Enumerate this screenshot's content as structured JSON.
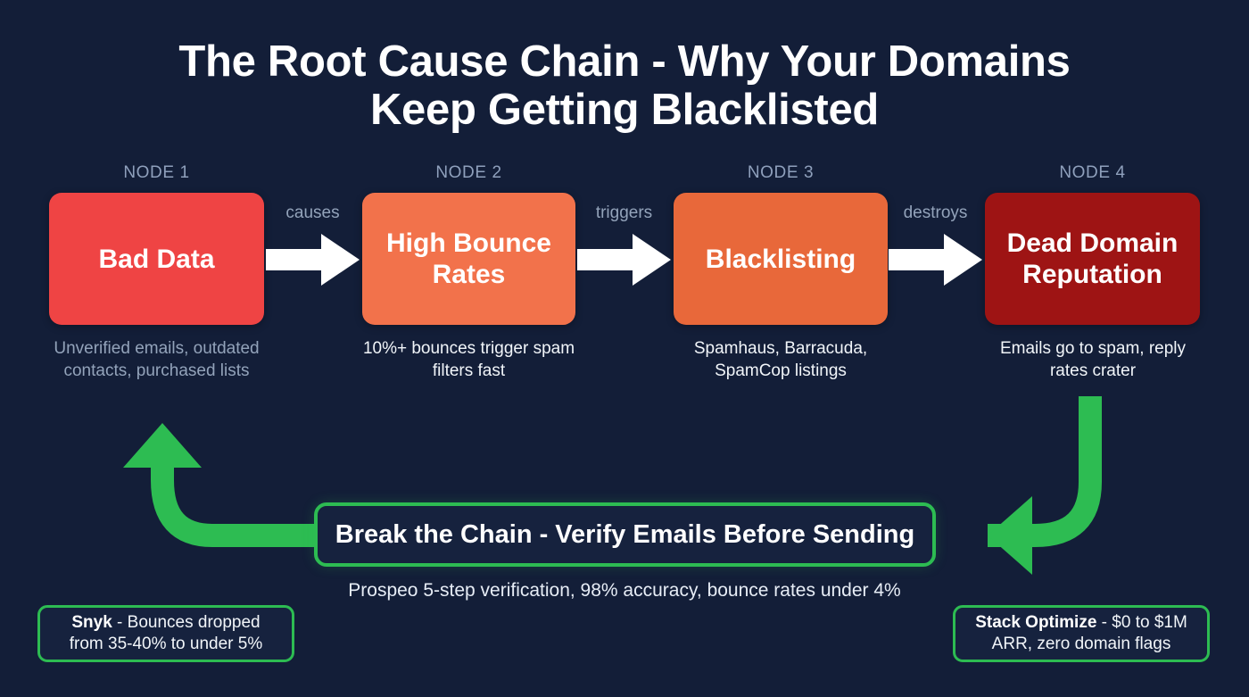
{
  "title": {
    "line1": "The Root Cause Chain - Why Your Domains",
    "line2": "Keep Getting Blacklisted"
  },
  "nodes": [
    {
      "label": "NODE 1",
      "title": "Bad Data",
      "caption": "Unverified emails, outdated contacts, purchased lists",
      "color": "#EF4444"
    },
    {
      "label": "NODE 2",
      "title": "High Bounce Rates",
      "caption": "10%+ bounces trigger spam filters fast",
      "color": "#F2724B"
    },
    {
      "label": "NODE 3",
      "title": "Blacklisting",
      "caption": "Spamhaus, Barracuda, SpamCop listings",
      "color": "#E8683A"
    },
    {
      "label": "NODE 4",
      "title": "Dead Domain Reputation",
      "caption": "Emails go to spam, reply rates crater",
      "color": "#9E1414"
    }
  ],
  "connectors": [
    {
      "label": "causes"
    },
    {
      "label": "triggers"
    },
    {
      "label": "destroys"
    }
  ],
  "banner": {
    "text": "Break the Chain - Verify Emails Before Sending",
    "subtext": "Prospeo 5-step verification, 98% accuracy, bounce rates under 4%",
    "accent": "#2DBC52"
  },
  "proofs": [
    {
      "brand": "Snyk",
      "text": " - Bounces dropped from 35-40% to under 5%"
    },
    {
      "brand": "Stack Optimize",
      "text": " - $0 to $1M ARR, zero domain flags"
    }
  ],
  "colors": {
    "background": "#131E38",
    "muted_text": "#93A3BA",
    "bright_text": "#F1F5F9",
    "white": "#FFFFFF",
    "green": "#2DBC52"
  }
}
